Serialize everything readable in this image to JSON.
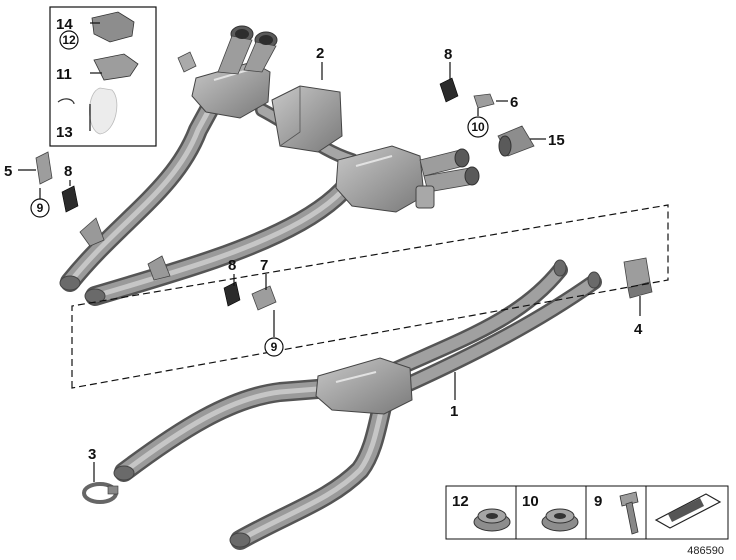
{
  "diagram": {
    "callouts": {
      "c1": "1",
      "c2": "2",
      "c3": "3",
      "c4": "4",
      "c5": "5",
      "c6": "6",
      "c7": "7",
      "c8a": "8",
      "c8b": "8",
      "c8c": "8",
      "c9a": "9",
      "c9b": "9",
      "c10": "10",
      "c11": "11",
      "c12": "12",
      "c13": "13",
      "c14": "14",
      "c15": "15"
    },
    "legend": {
      "k12": "12",
      "k10": "10",
      "k9": "9"
    },
    "doc_number": "486590"
  }
}
